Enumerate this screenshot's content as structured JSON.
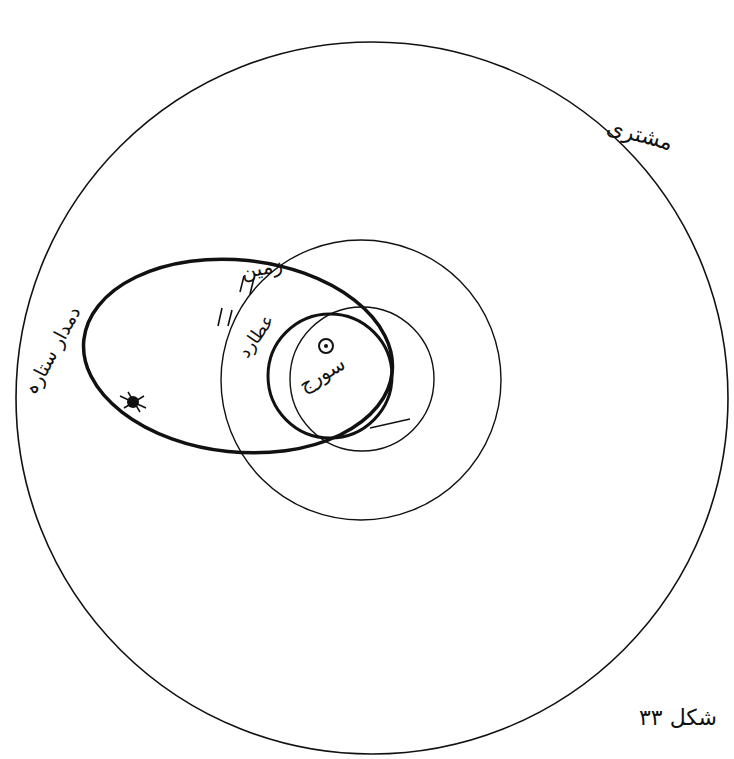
{
  "diagram": {
    "labels": [
      "مشتری",
      "زمین",
      "عطارد",
      "سورج",
      "دمدار ستارہ",
      "شکل ۳۳"
    ]
  }
}
